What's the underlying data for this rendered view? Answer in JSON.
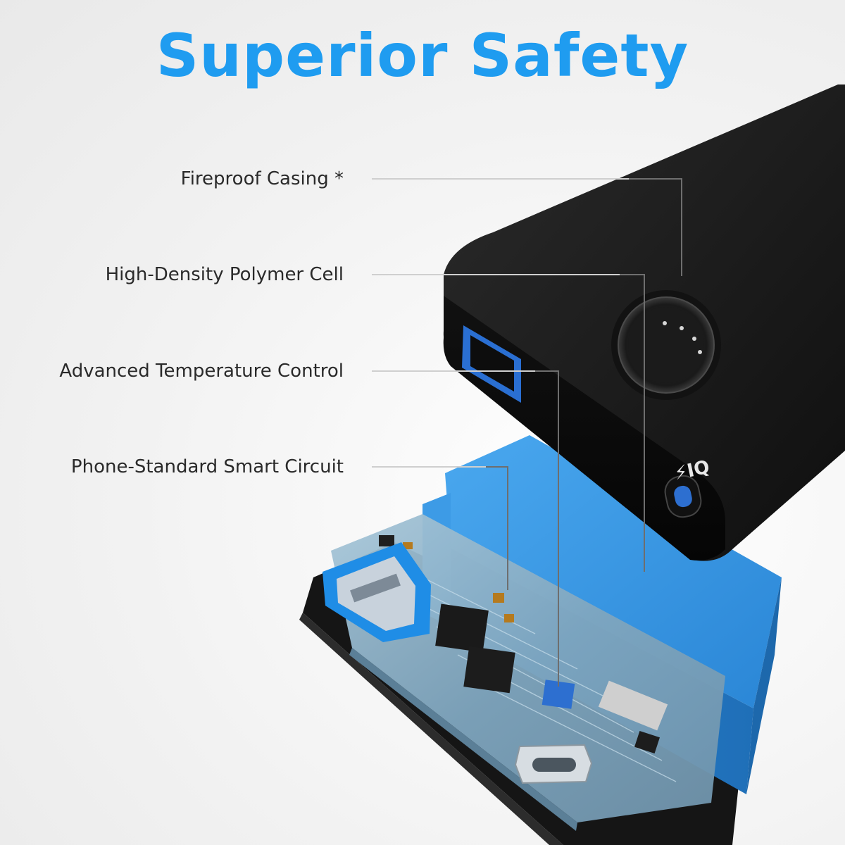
{
  "headline": "Superior Safety",
  "callouts": [
    {
      "label": "Fireproof Casing *"
    },
    {
      "label": "High-Density Polymer Cell"
    },
    {
      "label": "Advanced Temperature Control"
    },
    {
      "label": "Phone-Standard Smart Circuit"
    }
  ],
  "device": {
    "port_badge": "⚡IQ"
  },
  "colors": {
    "accent": "#1f9cf0",
    "casing": "#1c1c1c",
    "cell": "#2f8fe0",
    "circuit": "#8fb7cf",
    "text": "#2a2a2a"
  }
}
